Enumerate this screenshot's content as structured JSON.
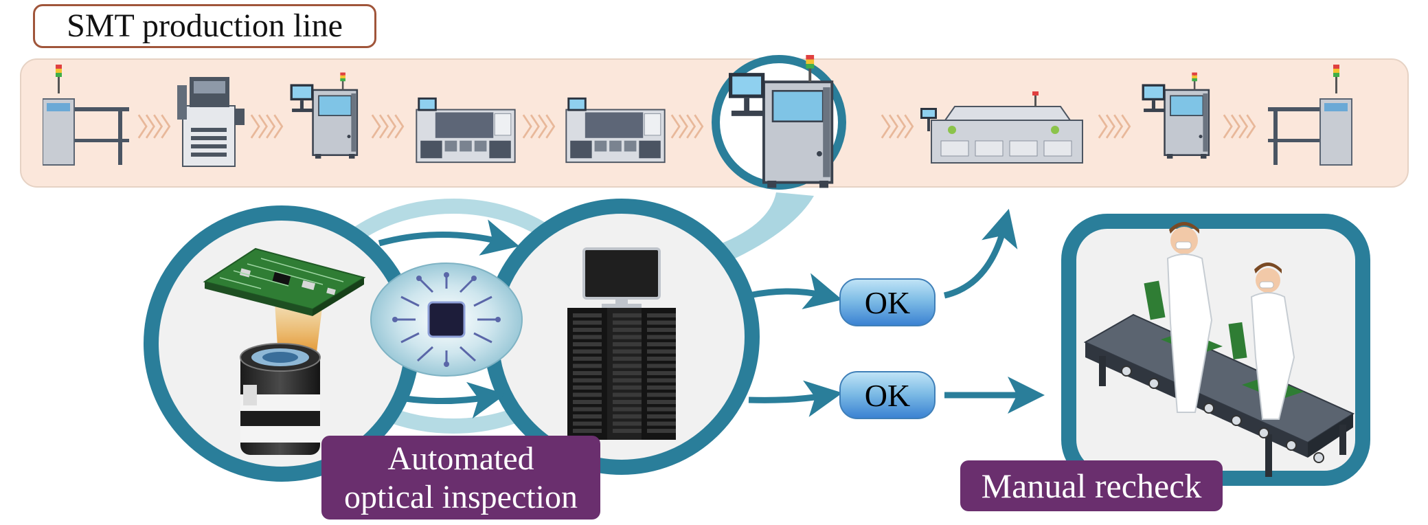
{
  "diagram": {
    "smt_title": "SMT production line",
    "aoi_label_line1": "Automated",
    "aoi_label_line2": "optical inspection",
    "ok_top": "OK",
    "ok_bottom": "OK",
    "recheck_label": "Manual recheck"
  },
  "colors": {
    "teal": "#2a7e9a",
    "purple_label": "#6a2f6e",
    "strip_bg": "#fbe7db",
    "title_border": "#a0553a",
    "ok_blue": "#3b82d2"
  },
  "icons": [
    "loader-machine-icon",
    "printer-machine-icon",
    "inspection-machine-icon",
    "pick-and-place-icon",
    "reflow-oven-icon",
    "unloader-machine-icon",
    "circuit-board-icon",
    "camera-lens-icon",
    "ai-chip-icon",
    "server-rack-icon",
    "monitor-icon",
    "worker-icon",
    "conveyor-belt-icon"
  ]
}
